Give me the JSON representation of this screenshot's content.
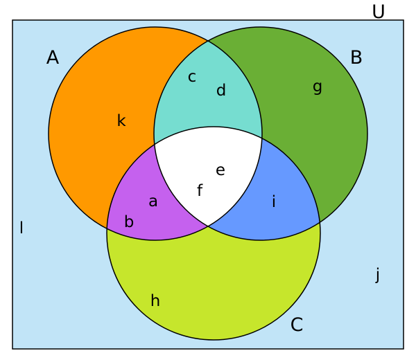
{
  "universe": {
    "label": "U",
    "color": "#c1e4f7"
  },
  "sets": [
    {
      "id": "A",
      "label": "A",
      "color": "#ff9900"
    },
    {
      "id": "B",
      "label": "B",
      "color": "#6aaf35"
    },
    {
      "id": "C",
      "label": "C",
      "color": "#c6e62c"
    }
  ],
  "regions": {
    "a_only": {
      "labels": [
        "k"
      ]
    },
    "b_only": {
      "labels": [
        "g"
      ]
    },
    "c_only": {
      "labels": [
        "h"
      ]
    },
    "ab_only": {
      "labels": [
        "c",
        "d"
      ],
      "color": "#76ddd0"
    },
    "ac_only": {
      "labels": [
        "a",
        "b"
      ],
      "color": "#c561ee"
    },
    "bc_only": {
      "labels": [
        "i"
      ],
      "color": "#6699ff"
    },
    "abc": {
      "labels": [
        "e",
        "f"
      ],
      "color": "#ffffff"
    },
    "outside": {
      "labels": [
        "l",
        "j"
      ]
    }
  }
}
